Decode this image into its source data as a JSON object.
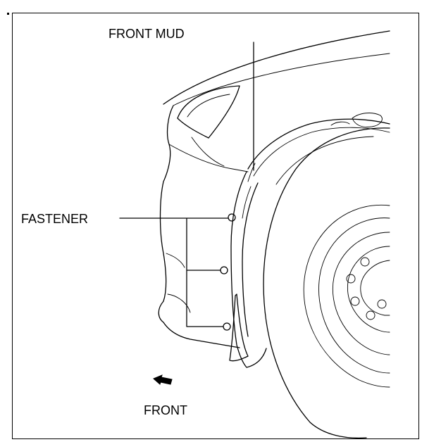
{
  "labels": {
    "front_mud": "FRONT MUD",
    "fastener": "FASTENER",
    "front": "FRONT"
  },
  "colors": {
    "line": "#000000",
    "background": "#ffffff"
  },
  "icons": {
    "direction": "arrow-left-icon"
  }
}
